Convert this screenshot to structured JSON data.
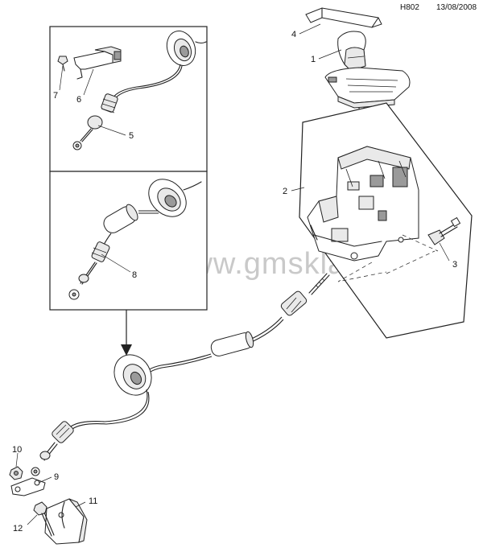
{
  "header": {
    "code": "H802",
    "date": "13/08/2008"
  },
  "watermark": "www.gmsklad.ru",
  "callouts": {
    "c1": "1",
    "c2": "2",
    "c3": "3",
    "c4": "4",
    "c5": "5",
    "c6": "6",
    "c7": "7",
    "c8": "8",
    "c9": "9",
    "c10": "10",
    "c11": "11",
    "c12": "12"
  },
  "icons": {
    "arrow": "down-arrow-icon"
  }
}
